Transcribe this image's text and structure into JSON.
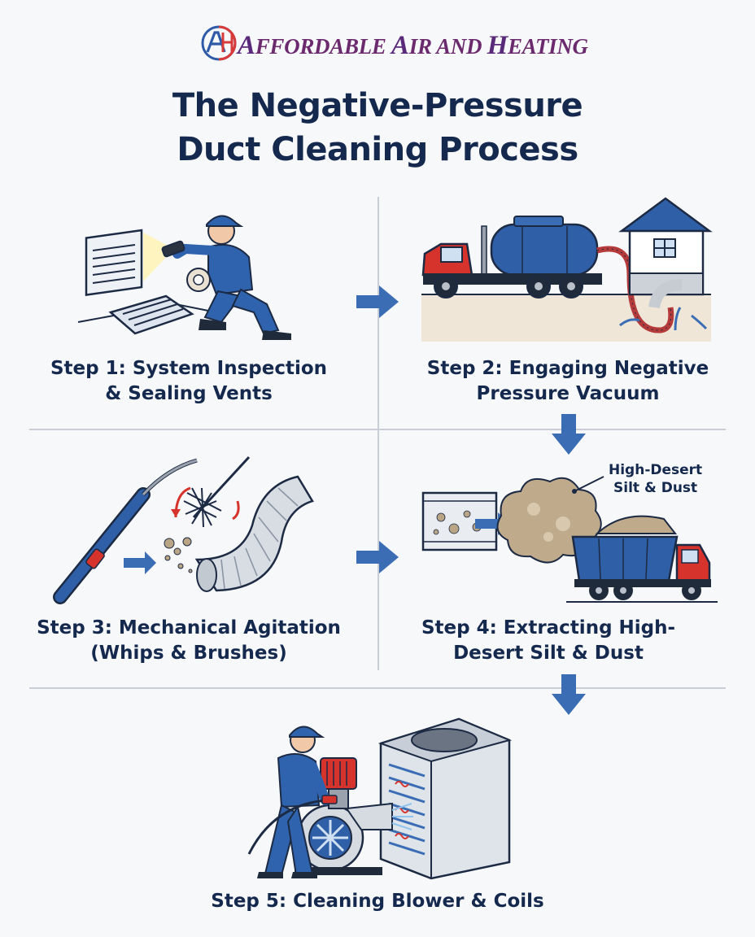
{
  "brand": {
    "name": "Affordable Air and Heating",
    "text_parts": [
      "A",
      "FFORDABLE ",
      "A",
      "IR AND ",
      "H",
      "EATING"
    ],
    "colors": {
      "blue": "#2f5aa8",
      "red": "#d83a3a",
      "purple": "#5a2a7a"
    }
  },
  "title": {
    "line1": "The Negative-Pressure",
    "line2": "Duct Cleaning Process"
  },
  "steps": [
    {
      "line1": "Step 1: System Inspection",
      "line2": "& Sealing Vents",
      "icon": "technician-flashlight-vent-icon"
    },
    {
      "line1": "Step 2: Engaging Negative",
      "line2": "Pressure Vacuum",
      "icon": "vacuum-truck-house-icon"
    },
    {
      "line1": "Step 3: Mechanical Agitation",
      "line2": "(Whips & Brushes)",
      "icon": "rotary-brush-duct-icon"
    },
    {
      "line1": "Step 4: Extracting High-",
      "line2": "Desert Silt & Dust",
      "icon": "dust-extraction-truck-icon"
    },
    {
      "line1": "Step 5: Cleaning Blower & Coils",
      "line2": "",
      "icon": "technician-blower-coil-icon"
    }
  ],
  "callout": {
    "line1": "High-Desert",
    "line2": "Silt & Dust"
  },
  "colors": {
    "navy": "#14294d",
    "blue": "#2f63ad",
    "arrow": "#3a6db4",
    "red": "#d6332c",
    "divider": "#c9ced6",
    "dust": "#b9a486"
  }
}
